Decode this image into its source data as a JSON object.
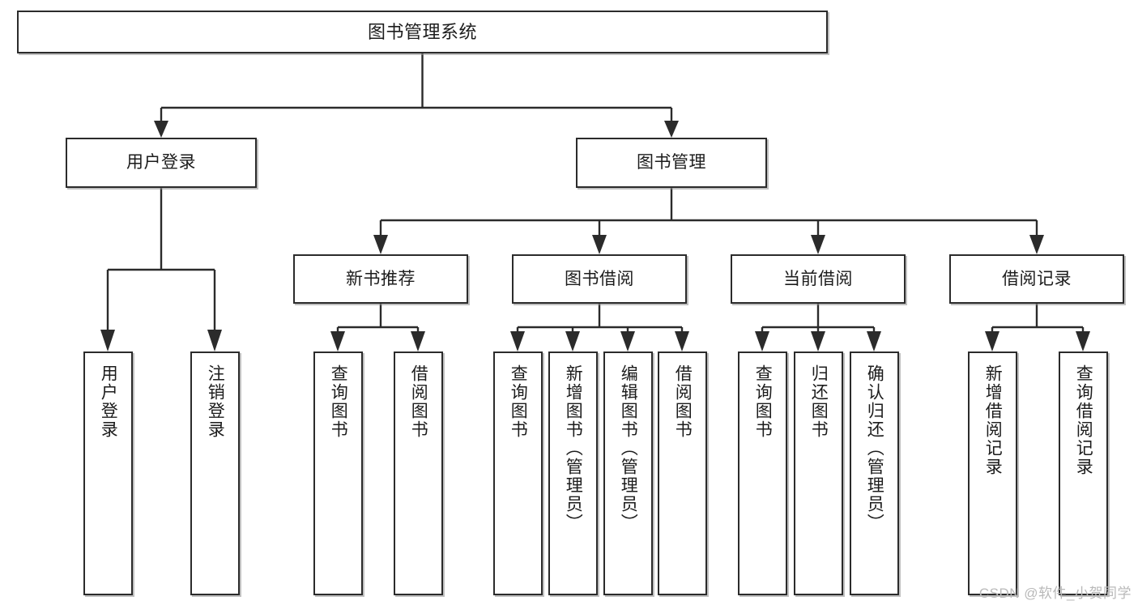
{
  "diagram": {
    "kind": "tree-hierarchy-chart",
    "title": "图书管理系统",
    "watermark": "CSDN @软件_小贺同学",
    "colors": {
      "background": "#ffffff",
      "box_fill": "#ffffff",
      "box_stroke": "#2b2b2b",
      "connector": "#2b2b2b",
      "text": "#1c1c1c",
      "watermark": "#b9b9b9",
      "shadow": "#8c8c8c"
    },
    "nodes": {
      "root": {
        "label": "图书管理系统"
      },
      "level1": [
        {
          "id": "user-login",
          "label": "用户登录"
        },
        {
          "id": "book-manage",
          "label": "图书管理"
        }
      ],
      "level2": [
        {
          "id": "new-book-rec",
          "label": "新书推荐"
        },
        {
          "id": "book-borrow",
          "label": "图书借阅"
        },
        {
          "id": "current-borrow",
          "label": "当前借阅"
        },
        {
          "id": "borrow-record",
          "label": "借阅记录"
        }
      ],
      "leaves": {
        "user-login": [
          {
            "id": "leaf-user-login",
            "label": "用户登录"
          },
          {
            "id": "leaf-logout",
            "label": "注销登录"
          }
        ],
        "new-book-rec": [
          {
            "id": "leaf-query-book-1",
            "label": "查询图书"
          },
          {
            "id": "leaf-borrow-book-1",
            "label": "借阅图书"
          }
        ],
        "book-borrow": [
          {
            "id": "leaf-query-book-2",
            "label": "查询图书"
          },
          {
            "id": "leaf-add-book",
            "label": "新增图书（管理员）"
          },
          {
            "id": "leaf-edit-book",
            "label": "编辑图书（管理员）"
          },
          {
            "id": "leaf-borrow-book-2",
            "label": "借阅图书"
          }
        ],
        "current-borrow": [
          {
            "id": "leaf-query-book-3",
            "label": "查询图书"
          },
          {
            "id": "leaf-return-book",
            "label": "归还图书"
          },
          {
            "id": "leaf-confirm-return",
            "label": "确认归还（管理员）"
          }
        ],
        "borrow-record": [
          {
            "id": "leaf-add-record",
            "label": "新增借阅记录"
          },
          {
            "id": "leaf-query-record",
            "label": "查询借阅记录"
          }
        ]
      }
    }
  }
}
